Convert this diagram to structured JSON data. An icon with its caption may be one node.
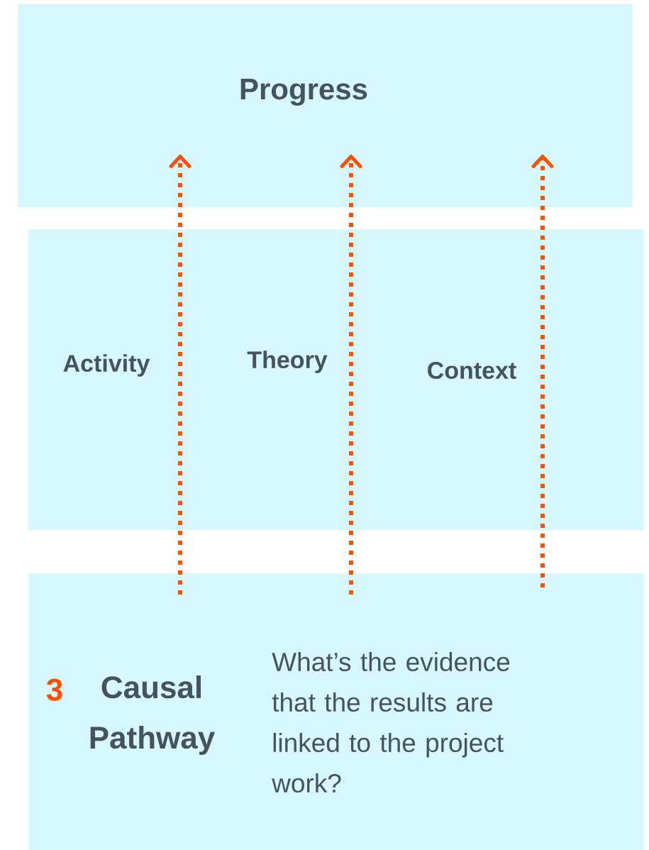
{
  "diagram": {
    "nodes": [
      {
        "text": [
          "Progress"
        ]
      },
      {
        "text": [],
        "shape": "box"
      },
      {
        "text": [
          "Activity"
        ],
        "in": 1
      },
      {
        "text": [
          "Theory"
        ],
        "in": 1
      },
      {
        "text": [
          "Context"
        ],
        "in": 1
      },
      {
        "text": [
          "3",
          "Causal Pathway",
          "What’s the evidence that the results are linked to the project work?"
        ]
      }
    ],
    "edges": [
      {
        "from": 5,
        "to": 0,
        "arrow": "to",
        "style": "dashed"
      },
      {
        "from": 5,
        "to": 0,
        "arrow": "to",
        "style": "dashed"
      },
      {
        "from": 5,
        "to": 0,
        "arrow": "to",
        "style": "dashed"
      }
    ]
  }
}
